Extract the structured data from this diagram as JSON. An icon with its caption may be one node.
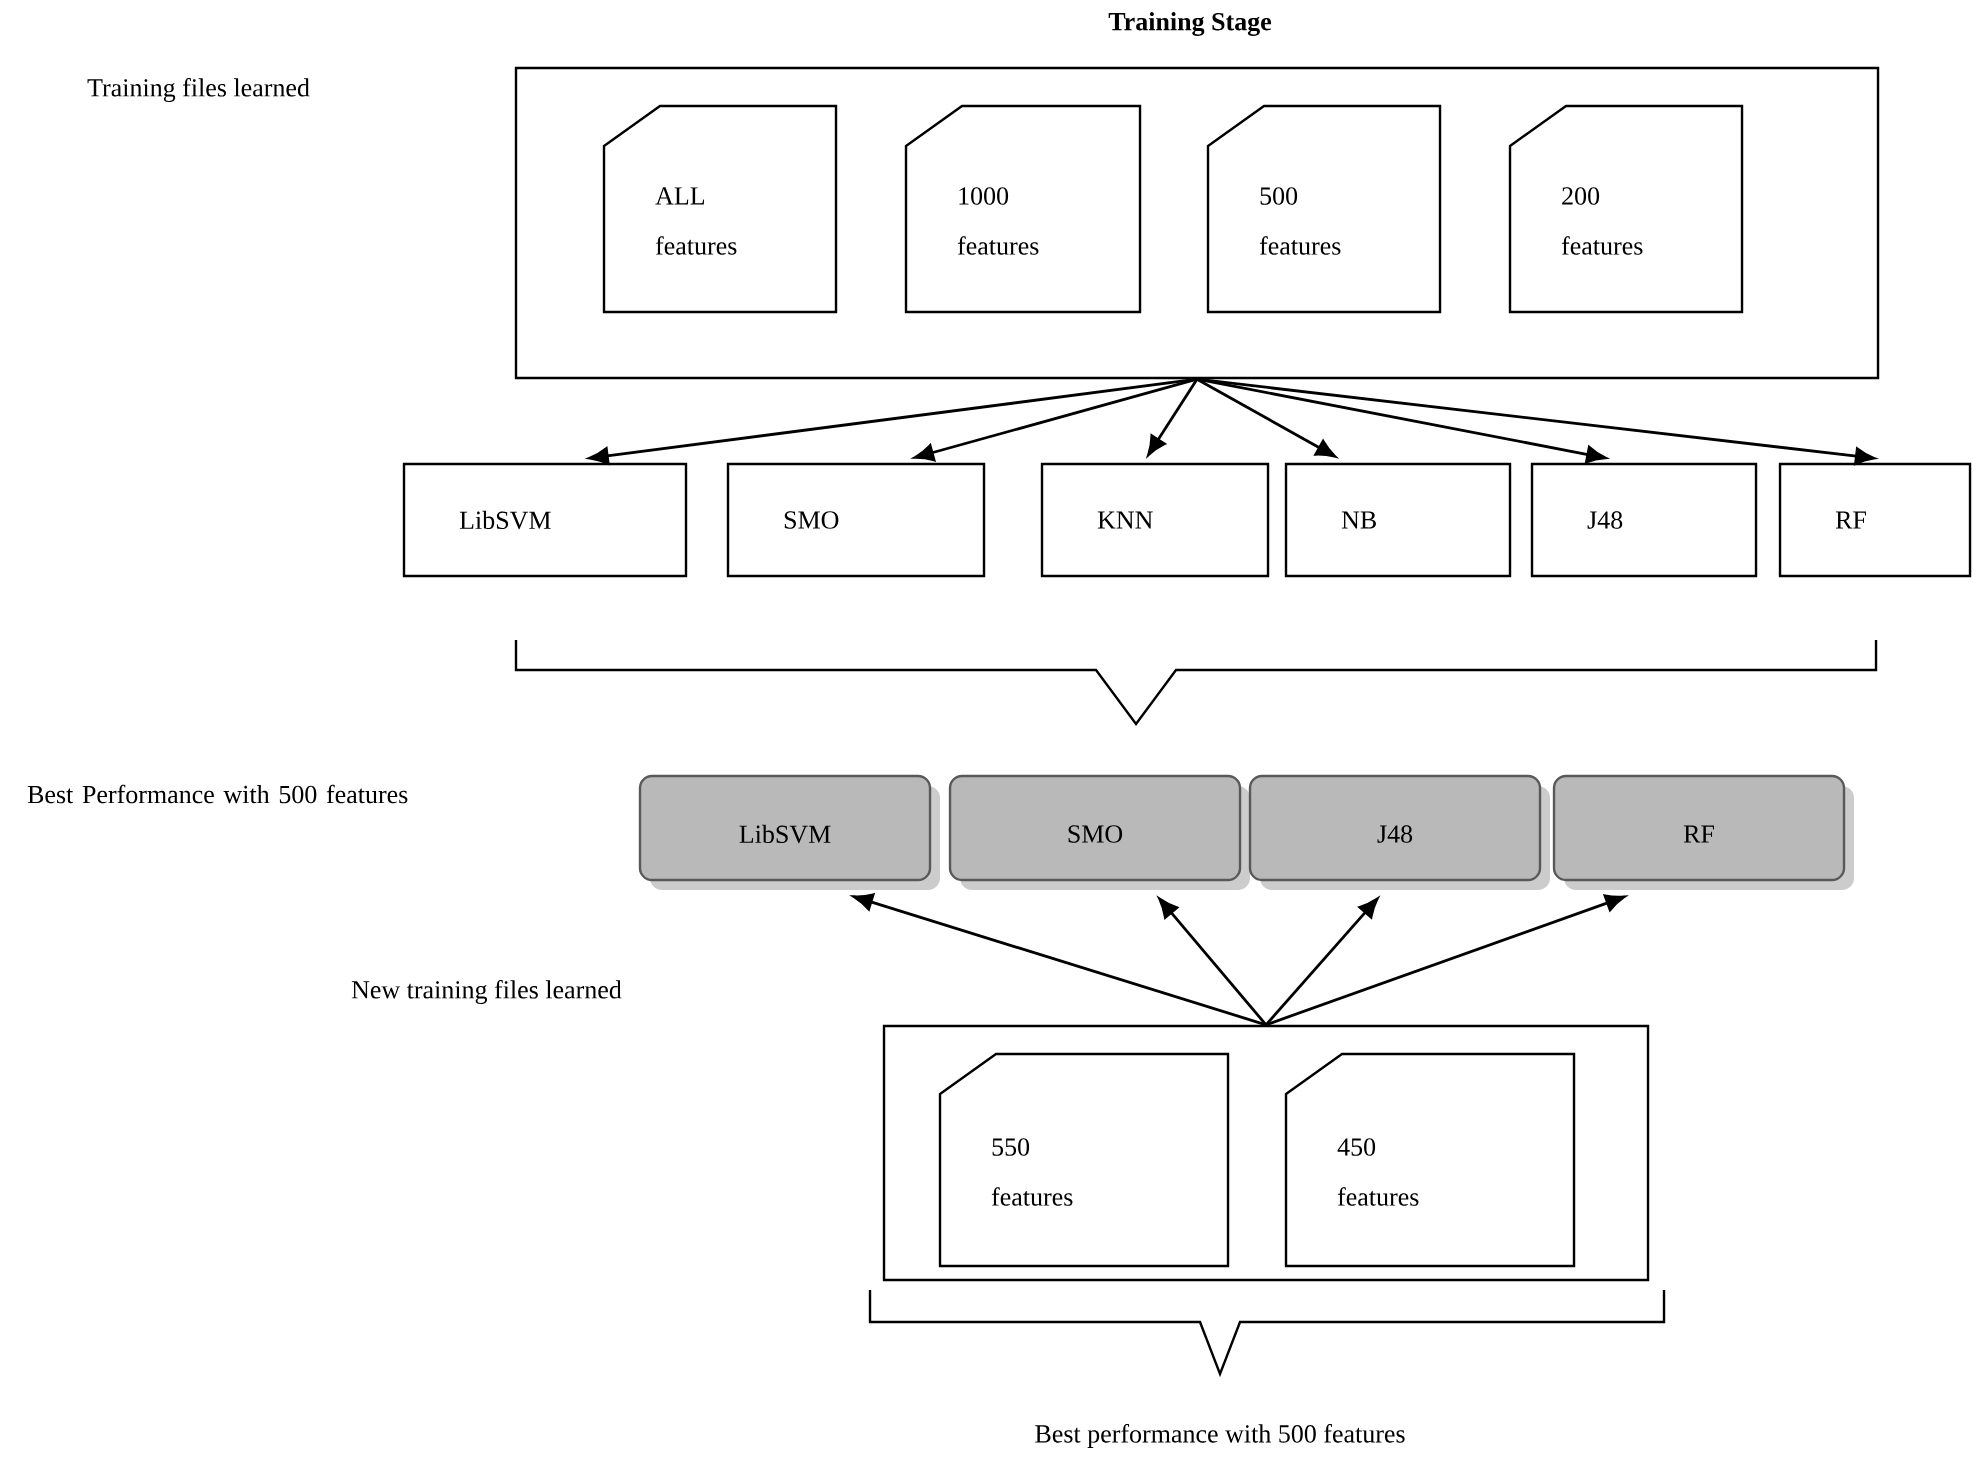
{
  "diagram": {
    "nodes": [
      {
        "text": [
          "Training Stage"
        ]
      },
      {
        "text": [
          "ALL features"
        ],
        "in": 0
      },
      {
        "text": [
          "1000 features"
        ],
        "in": 0
      },
      {
        "text": [
          "500 features"
        ],
        "in": 0
      },
      {
        "text": [
          "200 features"
        ],
        "in": 0
      },
      {
        "text": [
          "LibSVM"
        ]
      },
      {
        "text": [
          "SMO"
        ]
      },
      {
        "text": [
          "KNN"
        ]
      },
      {
        "text": [
          "NB"
        ]
      },
      {
        "text": [
          "J48"
        ]
      },
      {
        "text": [
          "RF"
        ]
      },
      {
        "text": [
          "LibSVM"
        ]
      },
      {
        "text": [
          "SMO"
        ]
      },
      {
        "text": [
          "J48"
        ]
      },
      {
        "text": [
          "RF"
        ]
      },
      {
        "text": [],
        "shape": "box"
      },
      {
        "text": [
          "550 features"
        ],
        "in": 15
      },
      {
        "text": [
          "450 features"
        ],
        "in": 15
      }
    ],
    "edges": [
      {
        "from": 0,
        "to": 5,
        "arrow": "to"
      },
      {
        "from": 0,
        "to": 6,
        "arrow": "to"
      },
      {
        "from": 0,
        "to": 7,
        "arrow": "to"
      },
      {
        "from": 0,
        "to": 8,
        "arrow": "to"
      },
      {
        "from": 0,
        "to": 9,
        "arrow": "to"
      },
      {
        "from": 0,
        "to": 10,
        "arrow": "to"
      },
      {
        "from": 15,
        "to": 11,
        "arrow": "to"
      },
      {
        "from": 15,
        "to": 12,
        "arrow": "to"
      },
      {
        "from": 15,
        "to": 13,
        "arrow": "to"
      },
      {
        "from": 15,
        "to": 14,
        "arrow": "to"
      }
    ],
    "labels": [
      "Training files learned",
      "Best Performance with 500 features",
      "New training files learned",
      "Best performance with 500 features"
    ]
  }
}
